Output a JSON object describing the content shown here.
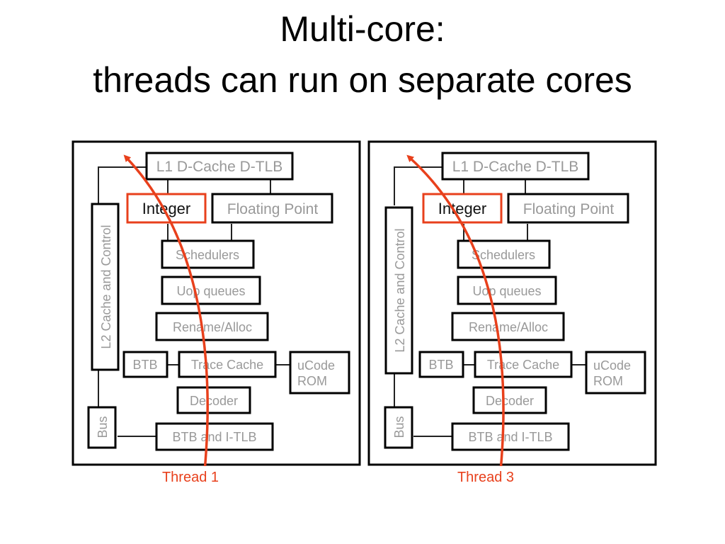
{
  "slide": {
    "title_line1": "Multi-core:",
    "title_line2": "threads can run on separate cores"
  },
  "colors": {
    "accent": "#e8401c",
    "box_text": "#999999",
    "highlight_text": "#111111"
  },
  "cores": [
    {
      "l1_cache": "L1 D-Cache D-TLB",
      "integer": "Integer",
      "floating_point": "Floating Point",
      "schedulers": "Schedulers",
      "uop_queues": "Uop queues",
      "rename_alloc": "Rename/Alloc",
      "btb": "BTB",
      "trace_cache": "Trace Cache",
      "ucode_line1": "uCode",
      "ucode_line2": "ROM",
      "decoder": "Decoder",
      "btb_itlb": "BTB and I-TLB",
      "l2_cache": "L2 Cache and Control",
      "bus": "Bus",
      "thread_label": "Thread 1"
    },
    {
      "l1_cache": "L1 D-Cache D-TLB",
      "integer": "Integer",
      "floating_point": "Floating Point",
      "schedulers": "Schedulers",
      "uop_queues": "Uop queues",
      "rename_alloc": "Rename/Alloc",
      "btb": "BTB",
      "trace_cache": "Trace Cache",
      "ucode_line1": "uCode",
      "ucode_line2": "ROM",
      "decoder": "Decoder",
      "btb_itlb": "BTB and I-TLB",
      "l2_cache": "L2 Cache and Control",
      "bus": "Bus",
      "thread_label": "Thread 3"
    }
  ]
}
